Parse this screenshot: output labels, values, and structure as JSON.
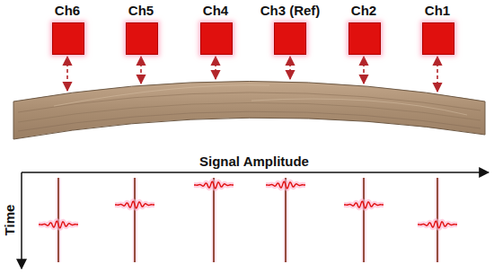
{
  "diagram": {
    "nodes": [
      {
        "text": [
          "Ch6"
        ]
      },
      {
        "text": [
          "Ch5"
        ]
      },
      {
        "text": [
          "Ch4"
        ]
      },
      {
        "text": [
          "Ch3 (Ref)"
        ]
      },
      {
        "text": [
          "Ch2"
        ]
      },
      {
        "text": [
          "Ch1"
        ]
      }
    ],
    "labels": [
      "Signal Amplitude",
      "Time"
    ]
  }
}
